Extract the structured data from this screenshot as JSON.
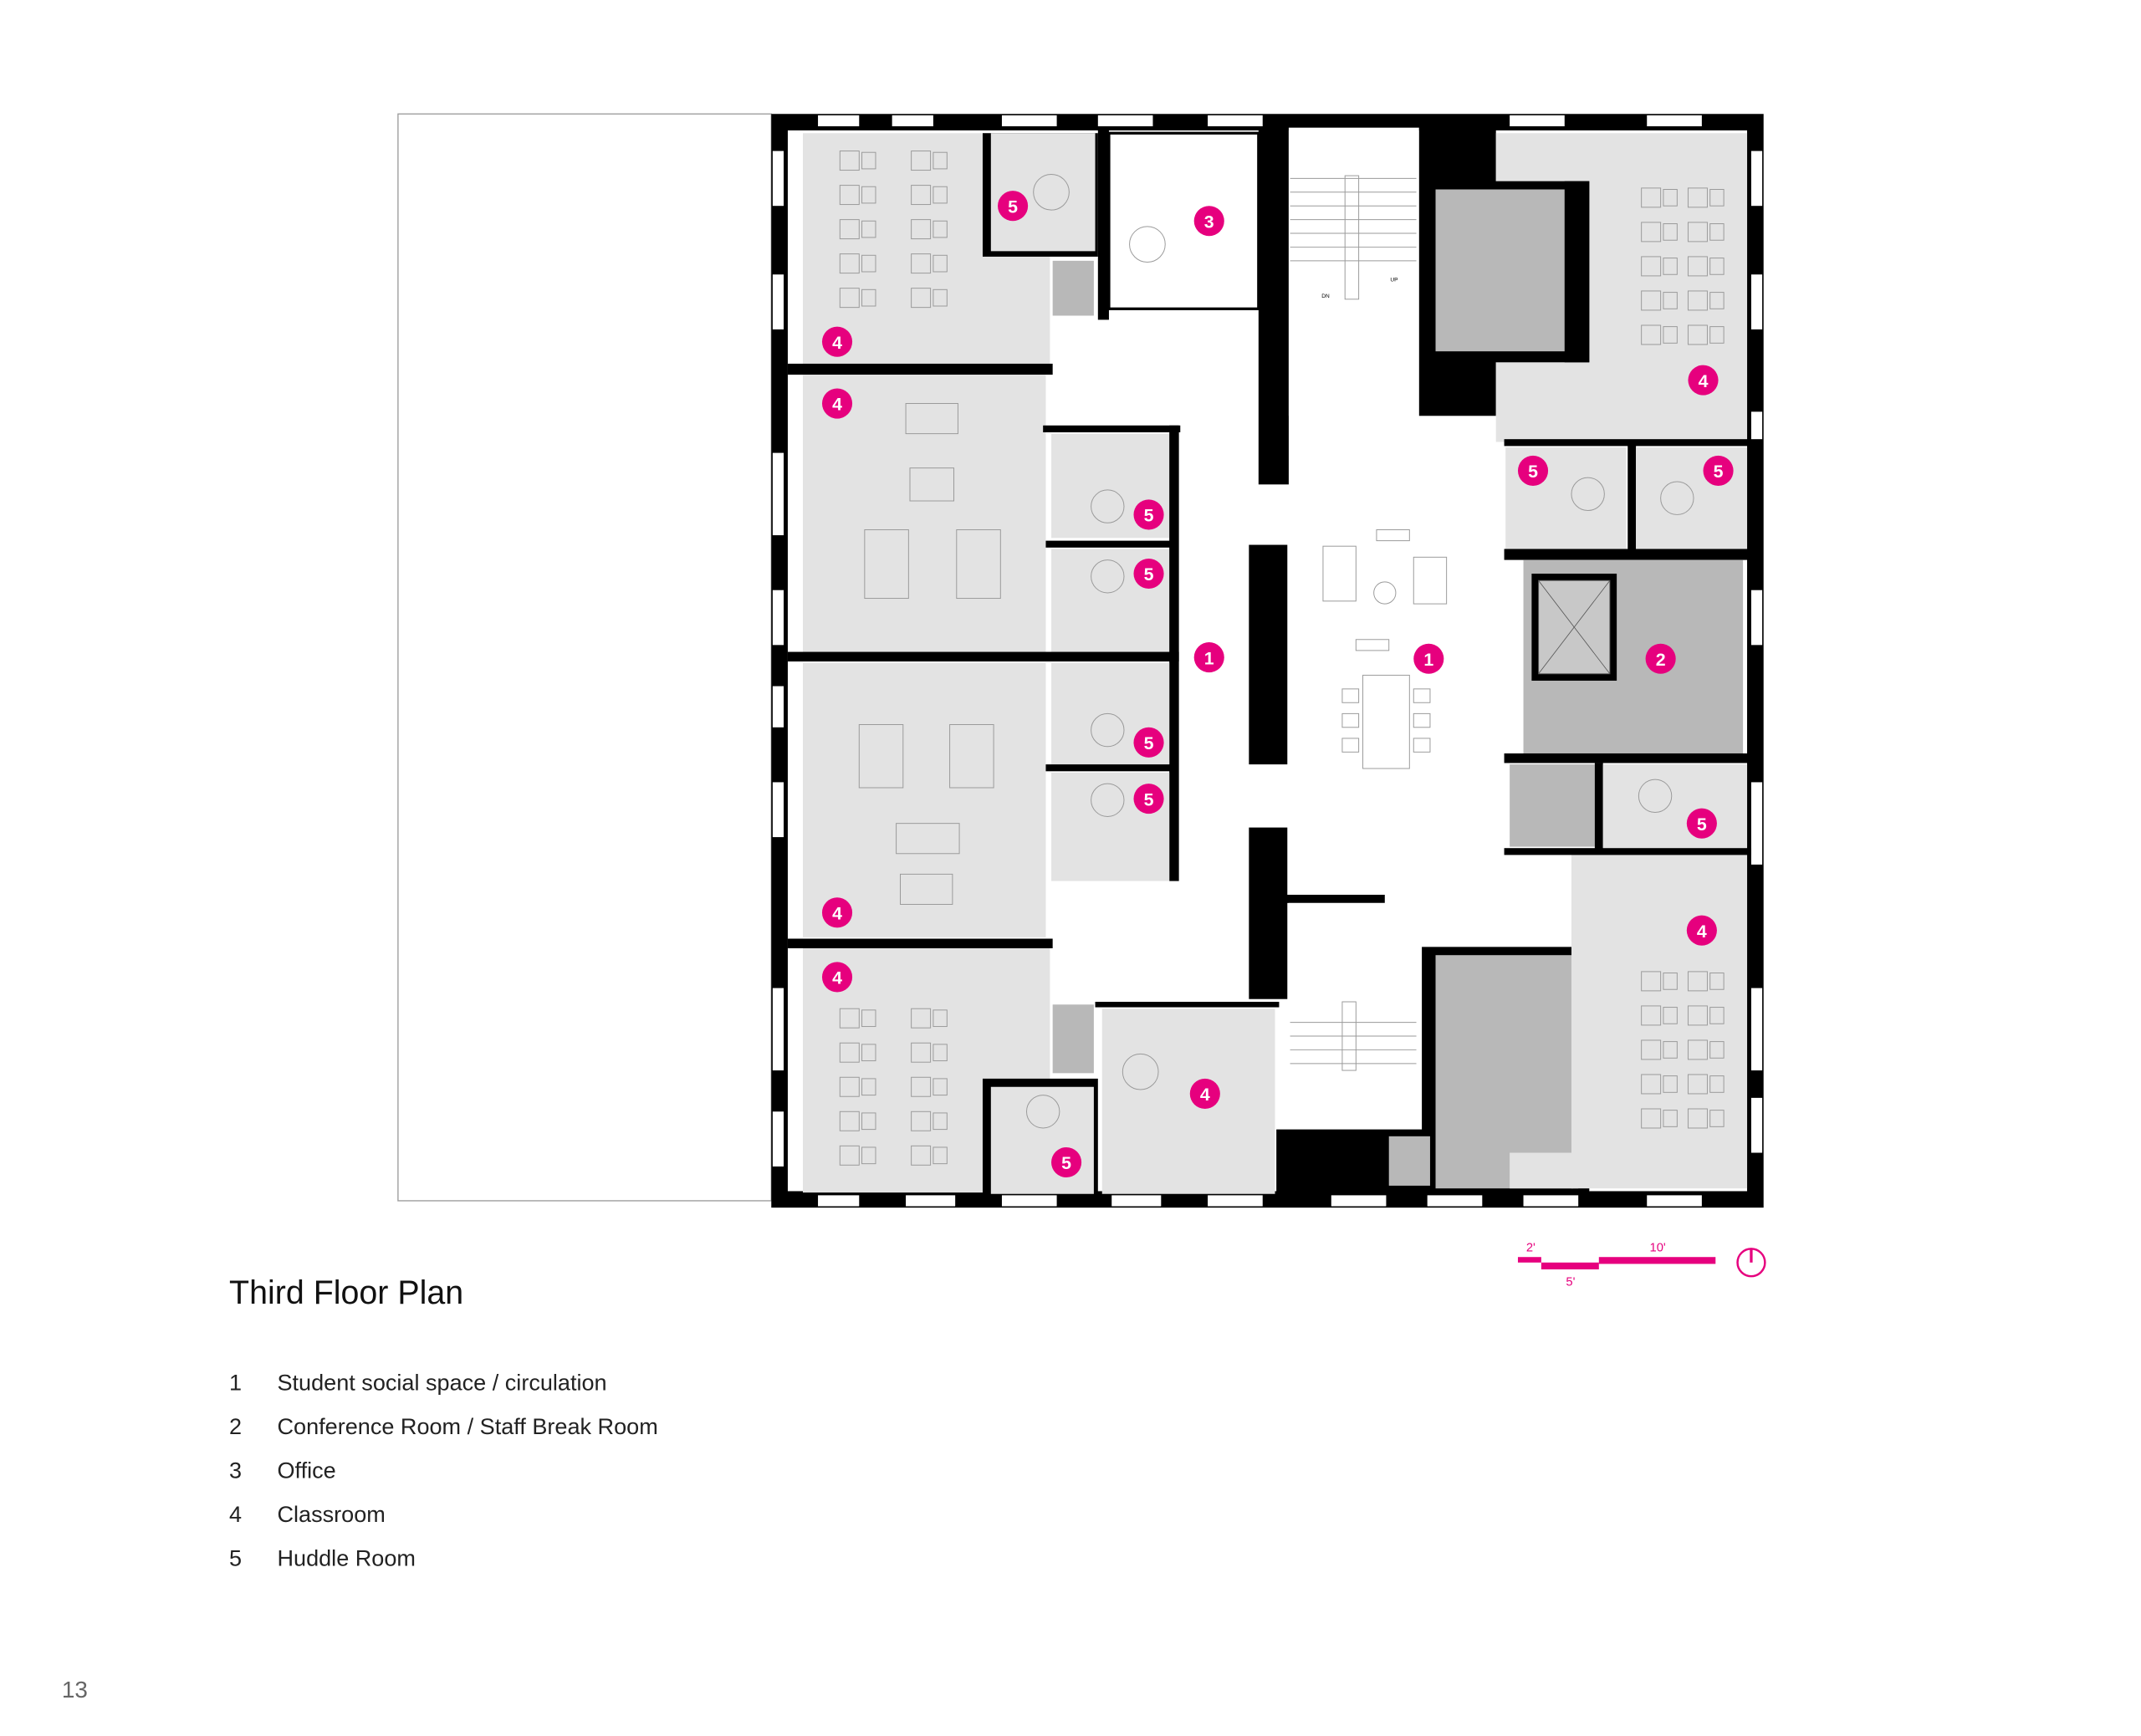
{
  "page": {
    "title": "Third Floor Plan",
    "page_number": "13"
  },
  "legend": [
    {
      "number": "1",
      "label": "Student social space / circulation"
    },
    {
      "number": "2",
      "label": "Conference Room / Staff Break Room"
    },
    {
      "number": "3",
      "label": "Office"
    },
    {
      "number": "4",
      "label": "Classroom"
    },
    {
      "number": "5",
      "label": "Huddle Room"
    }
  ],
  "plan": {
    "markers": [
      "5",
      "3",
      "4",
      "4",
      "5",
      "5",
      "1",
      "1",
      "5",
      "5",
      "4",
      "4",
      "4",
      "5",
      "4",
      "5",
      "5",
      "2",
      "5",
      "4"
    ],
    "stair_labels": {
      "dn": "DN",
      "up": "UP"
    }
  },
  "scale_bar": {
    "label_2": "2'",
    "label_5": "5'",
    "label_10": "10'"
  },
  "colors": {
    "accent": "#e6007e",
    "room_fill": "#e3e3e3",
    "service_fill": "#b8b8b8",
    "wall": "#000000"
  }
}
